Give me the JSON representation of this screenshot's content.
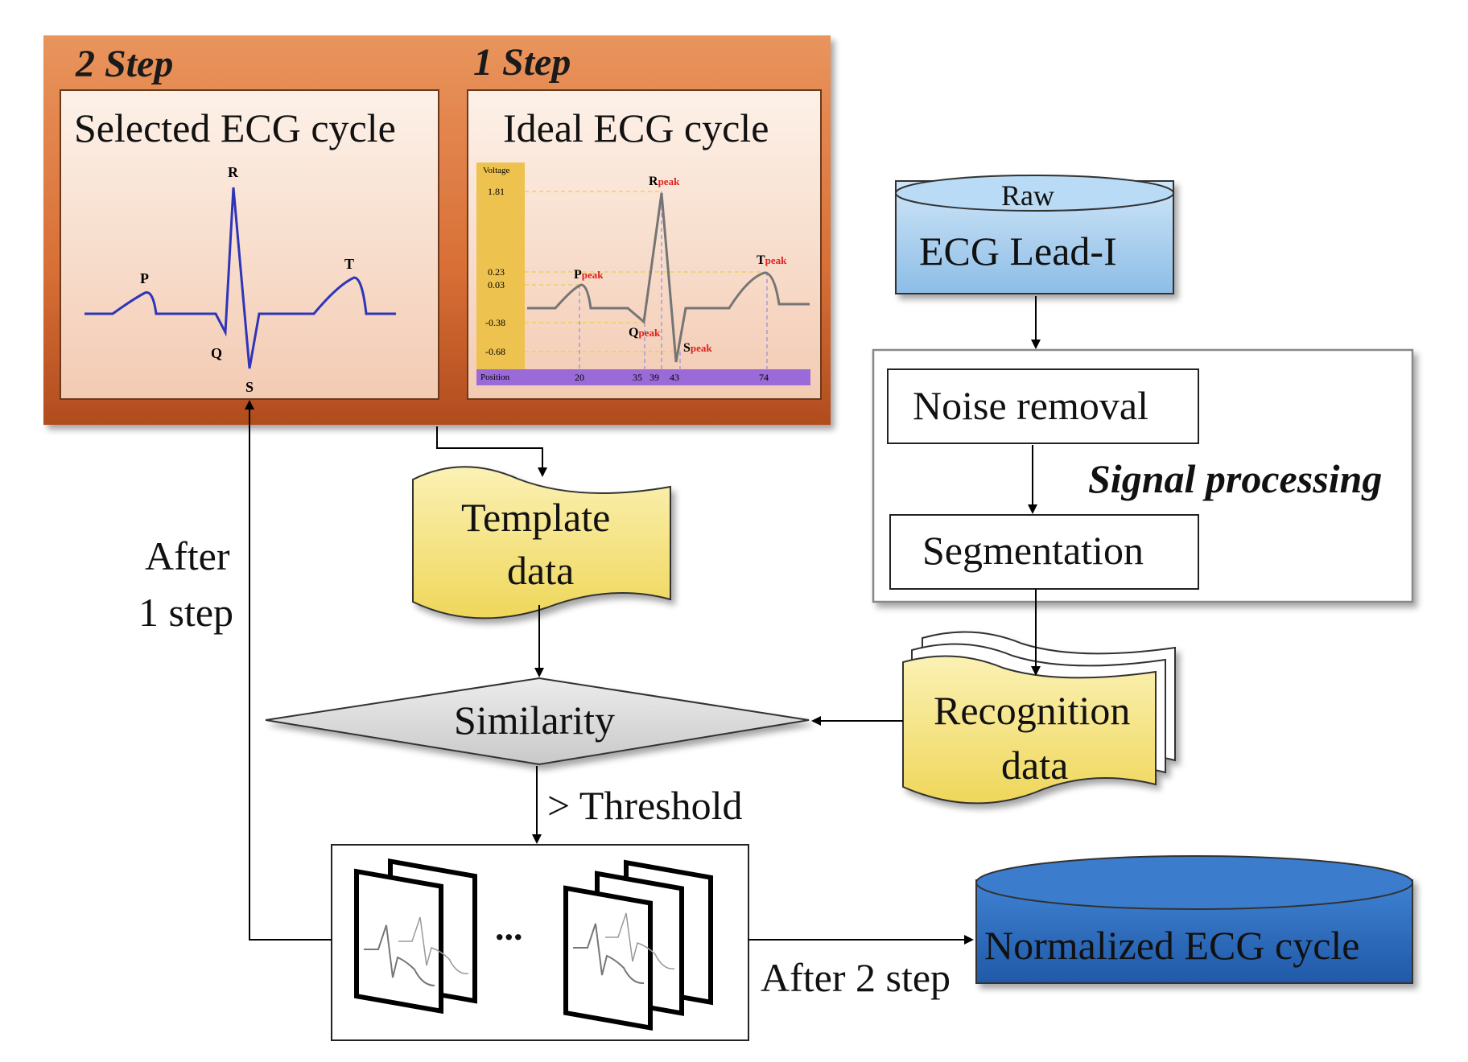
{
  "panel": {
    "step2_label": "2 Step",
    "step1_label": "1 Step",
    "selected_title": "Selected ECG cycle",
    "ideal_title": "Ideal ECG cycle"
  },
  "selected_wave": {
    "p": "P",
    "q": "Q",
    "r": "R",
    "s": "S",
    "t": "T"
  },
  "ideal_chart": {
    "voltage_label": "Voltage",
    "position_label": "Position",
    "voltage_ticks": [
      "1.81",
      "0.23",
      "0.03",
      "-0.38",
      "-0.68"
    ],
    "position_ticks": [
      "20",
      "35",
      "39",
      "43",
      "74"
    ],
    "peaks": {
      "r": "R",
      "p": "P",
      "q": "Q",
      "s": "S",
      "t": "T",
      "suffix": "peak"
    }
  },
  "raw_db": {
    "top": "Raw",
    "label": "ECG Lead-I"
  },
  "signal_processing": {
    "label": "Signal processing",
    "noise_removal": "Noise removal",
    "segmentation": "Segmentation"
  },
  "template_data": {
    "line1": "Template",
    "line2": "data"
  },
  "recognition_data": {
    "line1": "Recognition",
    "line2": "data"
  },
  "similarity": {
    "label": "Similarity"
  },
  "threshold_label": "> Threshold",
  "after_1_step": {
    "line1": "After",
    "line2": "1 step"
  },
  "after_2_step": "After 2 step",
  "ellipsis": "...",
  "normalized_db": {
    "label": "Normalized ECG cycle"
  },
  "colors": {
    "panel_orange": "#d9733a",
    "panel_dark": "#a8481c",
    "inner_panel": "#f6d7c3",
    "wave_blue": "#2e35b8",
    "raw_db_blue": "#9ec9ec",
    "norm_db_blue": "#2f6fbf",
    "doc_yellow": "#f3e27a",
    "diamond_gray": "#d6d6d6",
    "peak_red": "#e0201b",
    "axis_yellow": "#eec24f",
    "axis_purple": "#9a6ad8"
  }
}
